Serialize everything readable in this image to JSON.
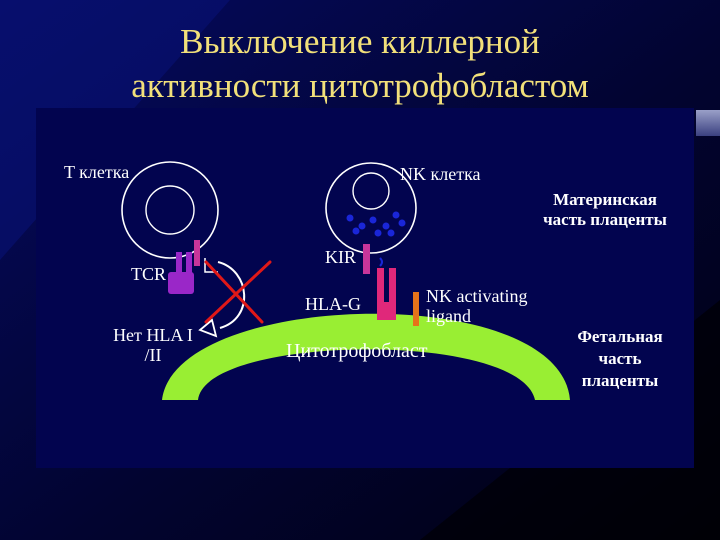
{
  "slide": {
    "title_line1": "Выключение киллерной",
    "title_line2": "активности цитотрофобластом"
  },
  "labels": {
    "t_cell": "T клетка",
    "nk_cell": "NK клетка",
    "maternal_line1": "Материнская",
    "maternal_line2": "часть плаценты",
    "kir": "KIR",
    "tcr": "TCR",
    "hla_g": "HLA-G",
    "nk_activating_line1": "NK activating",
    "nk_activating_line2": "ligand",
    "no_hla_line1": "Нет HLA I",
    "no_hla_line2": "/II",
    "cytotrophoblast": "Цитотрофобласт",
    "fetal_line1": "Фетальная",
    "fetal_line2": "часть",
    "fetal_line3": "плаценты"
  },
  "colors": {
    "slide_background": "#000000",
    "panel": "#02044f",
    "title": "#f2e07a",
    "cytotrophoblast": "#99ee33",
    "tcr_receptor": "#9a27c8",
    "kir_receptor": "#c8359a",
    "hla_g": "#e0287a",
    "activating_ligand": "#e6731a",
    "granules": "#1a26d8",
    "cross": "#e01818"
  }
}
